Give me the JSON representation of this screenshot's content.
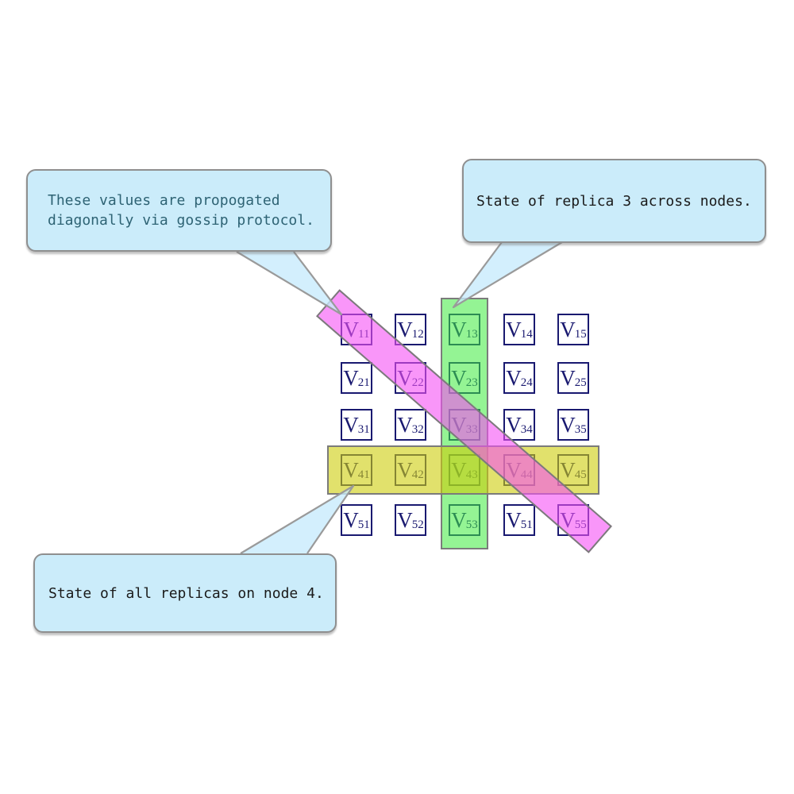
{
  "callouts": [
    {
      "id": "gossip-note",
      "lines": [
        "These values are propogated",
        "diagonally via gossip protocol."
      ]
    },
    {
      "id": "replica-note",
      "lines": [
        "State of replica 3 across nodes."
      ]
    },
    {
      "id": "node-note",
      "lines": [
        "State of all replicas on node 4."
      ]
    }
  ],
  "matrix": {
    "symbol": "V",
    "rows": 5,
    "cols": 5,
    "subscripts": [
      [
        "11",
        "12",
        "13",
        "14",
        "15"
      ],
      [
        "21",
        "22",
        "23",
        "24",
        "25"
      ],
      [
        "31",
        "32",
        "33",
        "34",
        "35"
      ],
      [
        "41",
        "42",
        "43",
        "44",
        "45"
      ],
      [
        "51",
        "52",
        "53",
        "51",
        "55"
      ]
    ]
  },
  "highlights": {
    "column_band": {
      "shape": "vertical-band",
      "covers_column": 3,
      "cells": [
        "V13",
        "V23",
        "V33",
        "V43",
        "V53"
      ],
      "annotation": "State of replica 3 across nodes."
    },
    "row_band": {
      "shape": "horizontal-band",
      "covers_row": 4,
      "cells": [
        "V41",
        "V42",
        "V43",
        "V44",
        "V45"
      ],
      "annotation": "State of all replicas on node 4."
    },
    "diagonal_band": {
      "shape": "diagonal-band",
      "cells": [
        "V11",
        "V22",
        "V33",
        "V44",
        "V55"
      ],
      "annotation": "These values are propogated diagonally via gossip protocol."
    }
  },
  "colors": {
    "callout_bg": "#CBECFA",
    "callout_border": "#8F8F8F",
    "note_teal": "#2E6374",
    "text_dark": "#1A1A1A",
    "cell_border": "#191970",
    "band_border": "#7B7B7B",
    "green_band": "rgba(60,235,60,0.55)",
    "yellow_band": "rgba(205,205,10,0.6)",
    "magenta_band": "rgba(245,80,245,0.6)",
    "pointer_fill": "rgba(199,235,252,0.78)",
    "pointer_stroke": "#9A9A9A"
  }
}
